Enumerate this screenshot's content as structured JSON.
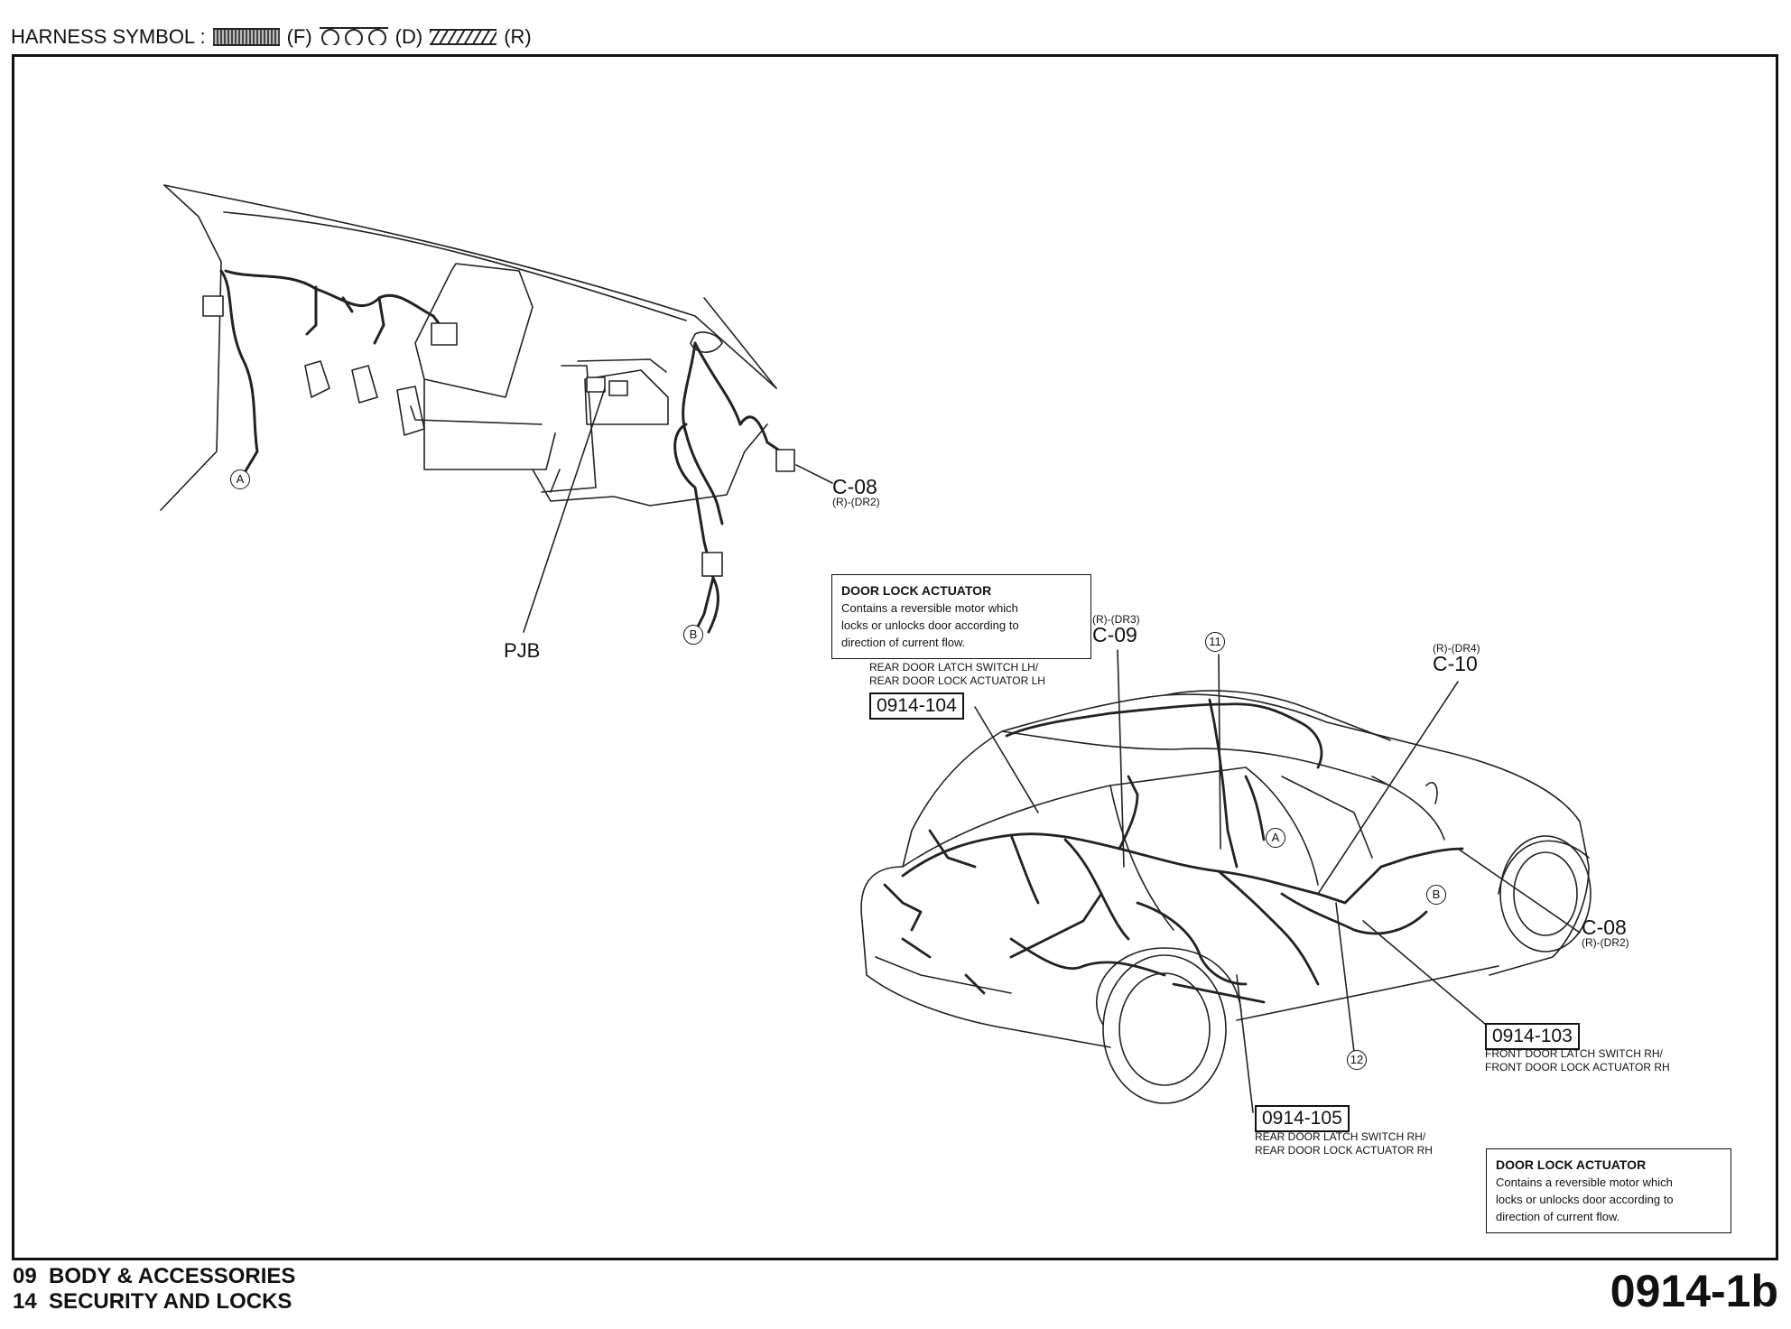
{
  "header": {
    "label": "HARNESS SYMBOL :",
    "symbols": [
      {
        "icon": "front-harness-pattern-icon",
        "code": "(F)"
      },
      {
        "icon": "door-harness-circles-icon",
        "code": "(D)"
      },
      {
        "icon": "rear-harness-hatch-icon",
        "code": "(R)"
      }
    ]
  },
  "connectors": {
    "c08_top": {
      "name": "C-08",
      "sub": "(R)-(DR2)"
    },
    "c09": {
      "name": "C-09",
      "sub": "(R)-(DR3)"
    },
    "c10": {
      "name": "C-10",
      "sub": "(R)-(DR4)"
    },
    "c08_right": {
      "name": "C-08",
      "sub": "(R)-(DR2)"
    },
    "pjb": "PJB"
  },
  "refs": {
    "r104": {
      "code": "0914-104",
      "desc1": "REAR DOOR LATCH SWITCH LH/",
      "desc2": "REAR DOOR LOCK ACTUATOR LH"
    },
    "r103": {
      "code": "0914-103",
      "desc1": "FRONT DOOR LATCH SWITCH RH/",
      "desc2": "FRONT DOOR LOCK ACTUATOR RH"
    },
    "r105": {
      "code": "0914-105",
      "desc1": "REAR DOOR LATCH SWITCH RH/",
      "desc2": "REAR DOOR LOCK ACTUATOR RH"
    }
  },
  "notes": [
    {
      "title": "DOOR LOCK ACTUATOR",
      "lines": [
        "Contains a reversible motor which",
        "locks or unlocks door according to",
        "direction of current flow."
      ]
    },
    {
      "title": "DOOR LOCK ACTUATOR",
      "lines": [
        "Contains a reversible motor which",
        "locks or unlocks door according to",
        "direction of current flow."
      ]
    }
  ],
  "markers": {
    "a": "A",
    "b": "B",
    "m11": "11",
    "m12": "12"
  },
  "footer": {
    "line1_num": "09",
    "line1_text": "BODY & ACCESSORIES",
    "line2_num": "14",
    "line2_text": "SECURITY AND LOCKS",
    "page_code": "0914-1b"
  }
}
